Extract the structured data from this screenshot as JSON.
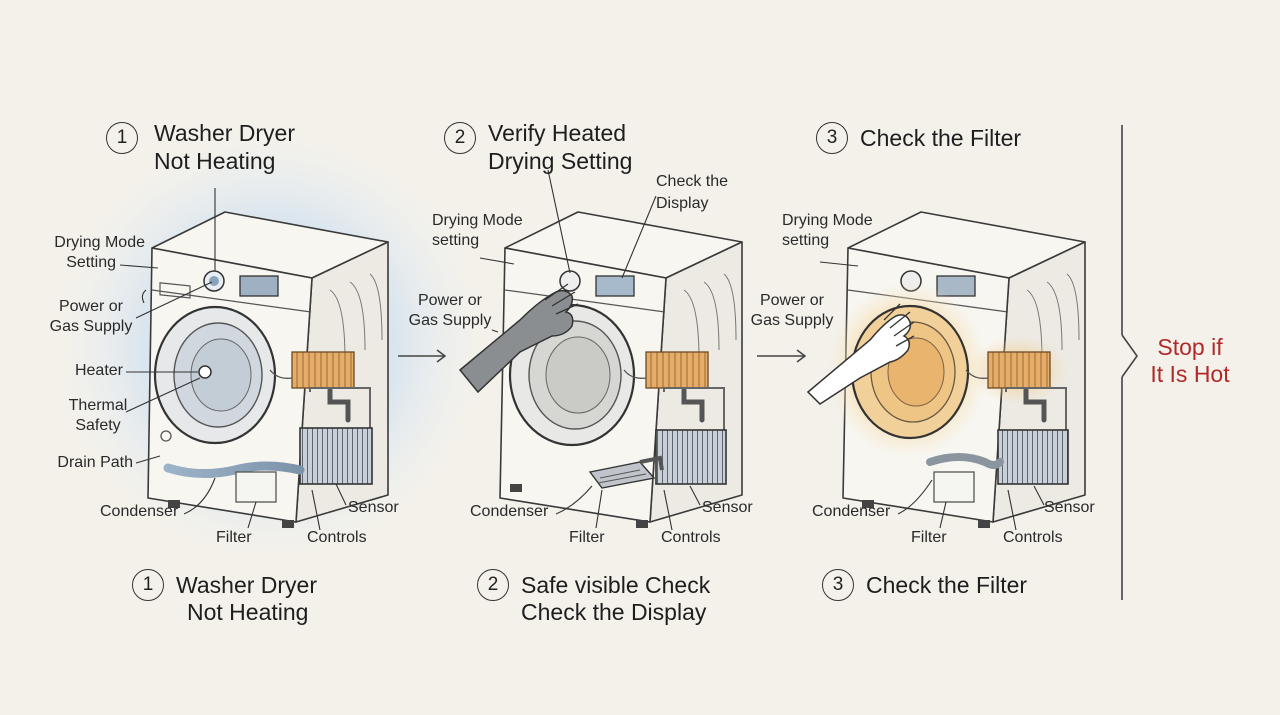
{
  "panels": [
    {
      "step": "1",
      "top_title_line1": "Washer Dryer",
      "top_title_line2": "Not Heating",
      "labels": {
        "drying_mode_line1": "Drying Mode",
        "drying_mode_line2": "Setting",
        "power_line1": "Power or",
        "power_line2": "Gas Supply",
        "heater": "Heater",
        "thermal_line1": "Thermal",
        "thermal_line2": "Safety",
        "drain": "Drain Path",
        "condenser": "Condenser",
        "filter": "Filter",
        "controls": "Controls",
        "sensor": "Sensor"
      },
      "bottom_title_line1": "Washer Dryer",
      "bottom_title_line2": "Not Heating"
    },
    {
      "step": "2",
      "top_title_line1": "Verify Heated",
      "top_title_line2": "Drying Setting",
      "labels": {
        "display_line1": "Check the",
        "display_line2": "Display",
        "drying_mode_line1": "Drying Mode",
        "drying_mode_line2": "setting",
        "power_line1": "Power or",
        "power_line2": "Gas Supply",
        "condenser": "Condenser",
        "filter": "Filter",
        "controls": "Controls",
        "sensor": "Sensor"
      },
      "bottom_title_line1": "Safe visible Check",
      "bottom_title_line2": "Check the Display"
    },
    {
      "step": "3",
      "top_title_line1": "Check the Filter",
      "labels": {
        "drying_mode_line1": "Drying Mode",
        "drying_mode_line2": "setting",
        "power_line1": "Power or",
        "power_line2": "Gas Supply",
        "condenser": "Condenser",
        "filter": "Filter",
        "controls": "Controls",
        "sensor": "Sensor"
      },
      "bottom_title_line1": "Check the Filter"
    }
  ],
  "stop": {
    "line1": "Stop if",
    "line2": "It Is Hot",
    "color": "#b02a2a"
  },
  "colors": {
    "background": "#f3f1ea",
    "panel1_glow": "#bcd3ea",
    "panel3_glow": "#f2c67a",
    "heater_fins": "#e0a965",
    "ink": "#333333"
  }
}
